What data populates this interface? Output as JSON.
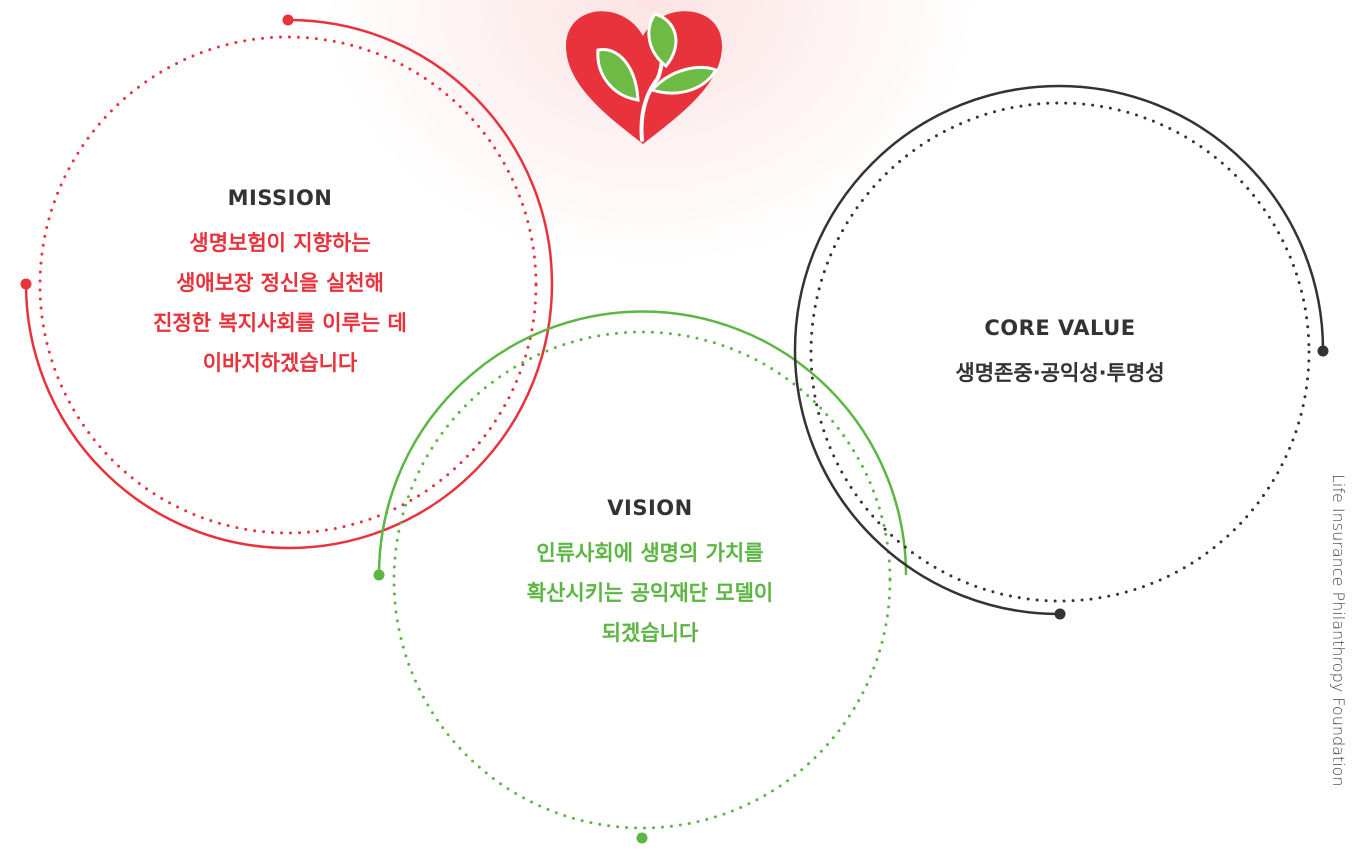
{
  "colors": {
    "mission": "#e8323c",
    "vision": "#5cb643",
    "core": "#333333",
    "logo_red": "#e8323c",
    "logo_green": "#6dbb45"
  },
  "logo": {
    "icon": "heart-leaf-logo"
  },
  "mission": {
    "title": "MISSION",
    "lines": [
      "생명보험이 지향하는",
      "생애보장 정신을 실천해",
      "진정한 복지사회를 이루는 데",
      "이바지하겠습니다"
    ]
  },
  "vision": {
    "title": "VISION",
    "lines": [
      "인류사회에 생명의 가치를",
      "확산시키는 공익재단 모델이",
      "되겠습니다"
    ]
  },
  "core_value": {
    "title": "CORE VALUE",
    "lines": [
      "생명존중·공익성·투명성"
    ]
  },
  "foundation_name": "Life Insurance Philanthropy Foundation"
}
